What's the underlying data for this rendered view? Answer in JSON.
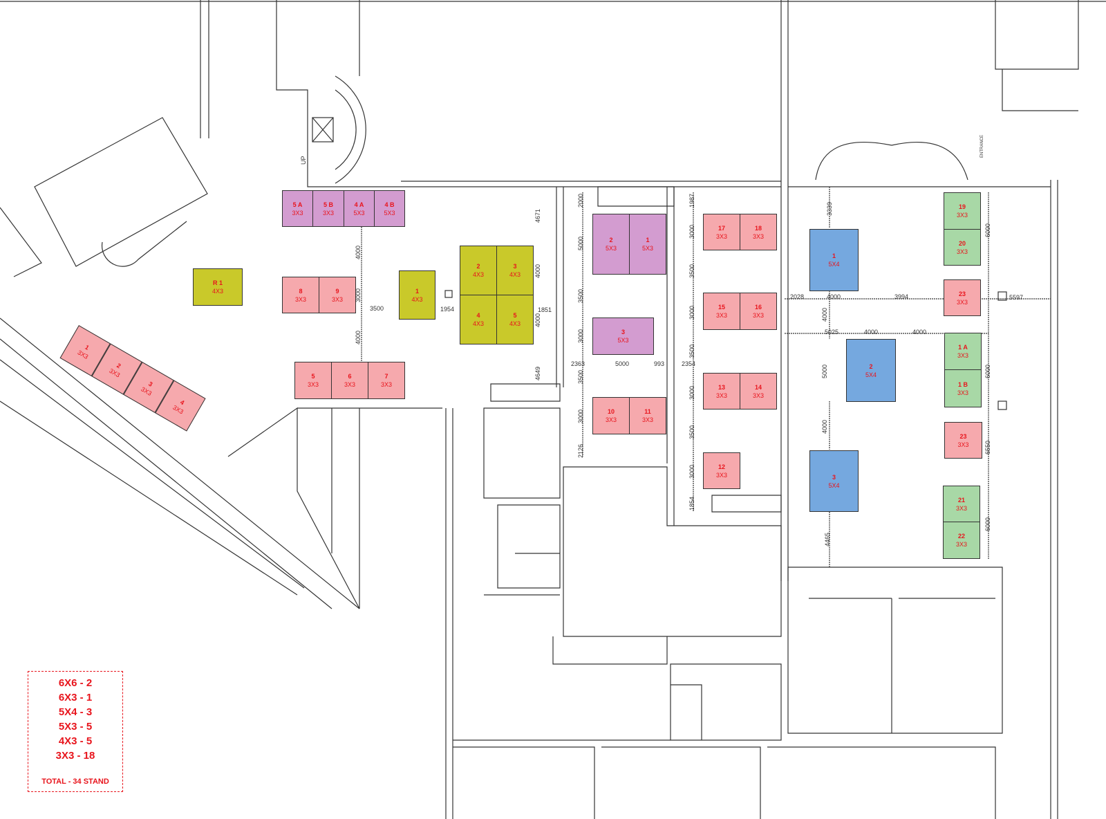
{
  "colors": {
    "pink": "#f6a9ad",
    "purple": "#d39cd0",
    "olive": "#c9c92a",
    "blue": "#75a8df",
    "green": "#a8d8a6",
    "label": "#e8141c"
  },
  "booths": {
    "b5a": {
      "num": "5 A",
      "size": "3X3"
    },
    "b5b": {
      "num": "5 B",
      "size": "3X3"
    },
    "b4a": {
      "num": "4 A",
      "size": "5X3"
    },
    "b4b": {
      "num": "4 B",
      "size": "5X3"
    },
    "b8": {
      "num": "8",
      "size": "3X3"
    },
    "b9": {
      "num": "9",
      "size": "3X3"
    },
    "b5": {
      "num": "5",
      "size": "3X3"
    },
    "b6": {
      "num": "6",
      "size": "3X3"
    },
    "b7": {
      "num": "7",
      "size": "3X3"
    },
    "r1": {
      "num": "R 1",
      "size": "4X3"
    },
    "y1": {
      "num": "1",
      "size": "4X3"
    },
    "y2": {
      "num": "2",
      "size": "4X3"
    },
    "y3": {
      "num": "3",
      "size": "4X3"
    },
    "y4": {
      "num": "4",
      "size": "4X3"
    },
    "y5": {
      "num": "5",
      "size": "4X3"
    },
    "d1": {
      "num": "1",
      "size": "3X3"
    },
    "d2": {
      "num": "2",
      "size": "3X3"
    },
    "d3": {
      "num": "3",
      "size": "3X3"
    },
    "d4": {
      "num": "4",
      "size": "3X3"
    },
    "p2": {
      "num": "2",
      "size": "5X3"
    },
    "p1": {
      "num": "1",
      "size": "5X3"
    },
    "p3": {
      "num": "3",
      "size": "5X3"
    },
    "b10": {
      "num": "10",
      "size": "3X3"
    },
    "b11": {
      "num": "11",
      "size": "3X3"
    },
    "b17": {
      "num": "17",
      "size": "3X3"
    },
    "b18": {
      "num": "18",
      "size": "3X3"
    },
    "b15": {
      "num": "15",
      "size": "3X3"
    },
    "b16": {
      "num": "16",
      "size": "3X3"
    },
    "b13": {
      "num": "13",
      "size": "3X3"
    },
    "b14": {
      "num": "14",
      "size": "3X3"
    },
    "b12": {
      "num": "12",
      "size": "3X3"
    },
    "bl1": {
      "num": "1",
      "size": "5X4"
    },
    "bl2": {
      "num": "2",
      "size": "5X4"
    },
    "bl3": {
      "num": "3",
      "size": "5X4"
    },
    "g19": {
      "num": "19",
      "size": "3X3"
    },
    "g20": {
      "num": "20",
      "size": "3X3"
    },
    "b23a": {
      "num": "23",
      "size": "3X3"
    },
    "g1a": {
      "num": "1 A",
      "size": "3X3"
    },
    "g1b": {
      "num": "1 B",
      "size": "3X3"
    },
    "b23b": {
      "num": "23",
      "size": "3X3"
    },
    "g21": {
      "num": "21",
      "size": "3X3"
    },
    "g22": {
      "num": "22",
      "size": "3X3"
    }
  },
  "dimensions": [
    "4000",
    "3000",
    "3500",
    "4000",
    "1954",
    "4671",
    "4000",
    "1851",
    "4000",
    "4649",
    "2000",
    "5000",
    "3500",
    "3000",
    "2363",
    "5000",
    "993",
    "3500",
    "3000",
    "2126",
    "1987",
    "3000",
    "3500",
    "3000",
    "3500",
    "2354",
    "3000",
    "3500",
    "3000",
    "1854",
    "3339",
    "2028",
    "4000",
    "3994",
    "5597",
    "4000",
    "5025",
    "4000",
    "4000",
    "5000",
    "4000",
    "4465",
    "6000",
    "6000",
    "6550",
    "6000"
  ],
  "entrance_label": "ENTRANCE",
  "stair_label": "UP",
  "legend": {
    "rows": [
      "6X6  - 2",
      "6X3  - 1",
      "5X4 - 3",
      "5X3 - 5",
      "4X3 - 5",
      "3X3 - 18"
    ],
    "total": "TOTAL - 34 STAND"
  }
}
